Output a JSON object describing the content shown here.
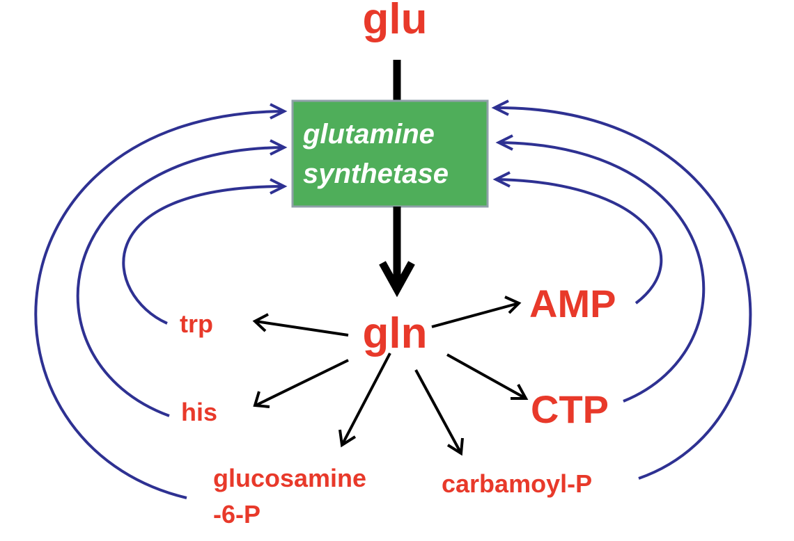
{
  "colors": {
    "metabolite": "#e8392a",
    "enzyme_box": "#4fae5a",
    "enzyme_border": "#8fa0a8",
    "feedback": "#2e3192",
    "flow": "#000000",
    "enzyme_text": "#ffffff"
  },
  "substrate": "glu",
  "enzyme": {
    "line1": "glutamine",
    "line2": "synthetase"
  },
  "product": "gln",
  "end_products": {
    "trp": "trp",
    "his": "his",
    "glucosamine_line1": "glucosamine",
    "glucosamine_line2": "-6-P",
    "carbamoyl": "carbamoyl-P",
    "amp": "AMP",
    "ctp": "CTP"
  },
  "feedback_inhibitors": [
    "glucosamine-6-P",
    "his",
    "trp",
    "AMP",
    "CTP",
    "carbamoyl-P"
  ]
}
